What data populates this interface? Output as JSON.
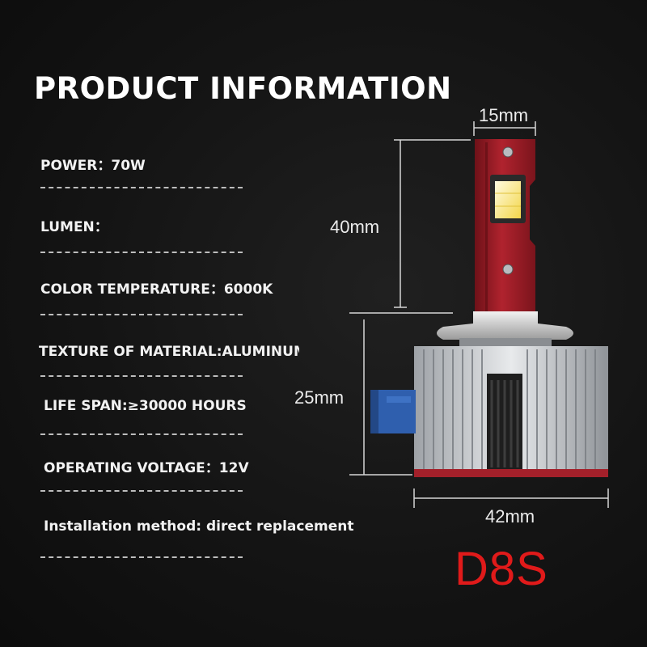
{
  "title": "PRODUCT INFORMATION",
  "specs": [
    {
      "text": "POWER：70W"
    },
    {
      "text": "LUMEN："
    },
    {
      "text": "COLOR TEMPERATURE：6000K"
    },
    {
      "text": "TEXTURE OF MATERIAL:ALUMINUM"
    },
    {
      "text": "LIFE SPAN:≥30000 HOURS"
    },
    {
      "text": "OPERATING VOLTAGE：12V"
    },
    {
      "text": "Installation method: direct replacement"
    }
  ],
  "dimensions": {
    "top_width": "15mm",
    "head_height": "40mm",
    "base_height": "25mm",
    "base_width": "42mm"
  },
  "model": "D8S",
  "colors": {
    "model_text": "#e01a1a",
    "housing_red": "#a3202a",
    "heatsink_silver": "#c9ccd0",
    "connector_blue": "#2f5fae"
  }
}
